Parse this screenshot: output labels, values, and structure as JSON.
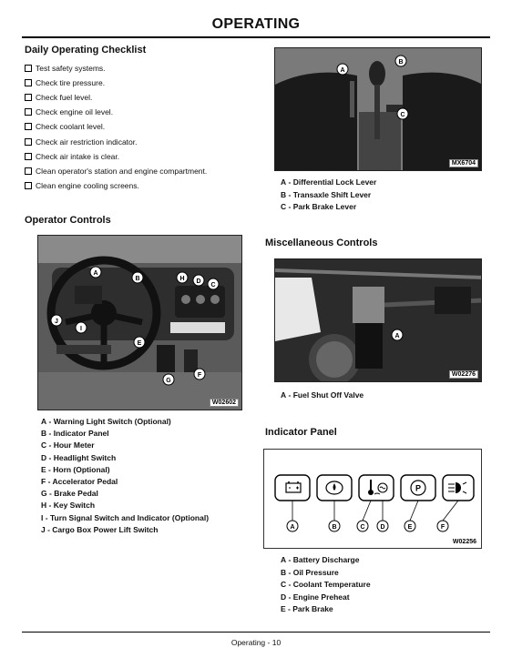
{
  "page": {
    "title": "OPERATING",
    "footer": "Operating - 10"
  },
  "checklist": {
    "heading": "Daily Operating Checklist",
    "items": [
      "Test safety systems.",
      "Check tire pressure.",
      "Check fuel level.",
      "Check engine oil level.",
      "Check coolant level.",
      "Check air restriction indicator.",
      "Check air intake is clear.",
      "Clean operator's station and engine compartment.",
      "Clean engine cooling screens."
    ]
  },
  "operator_controls": {
    "heading": "Operator Controls",
    "figure_code": "W02602",
    "callouts": [
      "A",
      "B",
      "C",
      "D",
      "E",
      "F",
      "G",
      "H",
      "I",
      "J"
    ],
    "legend": [
      {
        "key": "A",
        "text": "Warning Light Switch (Optional)"
      },
      {
        "key": "B",
        "text": "Indicator Panel"
      },
      {
        "key": "C",
        "text": "Hour Meter"
      },
      {
        "key": "D",
        "text": "Headlight Switch"
      },
      {
        "key": "E",
        "text": "Horn (Optional)"
      },
      {
        "key": "F",
        "text": "Accelerator Pedal"
      },
      {
        "key": "G",
        "text": "Brake Pedal"
      },
      {
        "key": "H",
        "text": "Key Switch"
      },
      {
        "key": "I",
        "text": "Turn Signal Switch and Indicator (Optional)"
      },
      {
        "key": "J",
        "text": "Cargo Box Power Lift Switch"
      }
    ]
  },
  "levers": {
    "figure_code": "MX6704",
    "callouts": [
      "A",
      "B",
      "C"
    ],
    "legend": [
      {
        "key": "A",
        "text": "Differential Lock Lever"
      },
      {
        "key": "B",
        "text": "Transaxle Shift Lever"
      },
      {
        "key": "C",
        "text": "Park Brake Lever"
      }
    ]
  },
  "misc_controls": {
    "heading": "Miscellaneous Controls",
    "figure_code": "W02276",
    "callouts": [
      "A"
    ],
    "legend": [
      {
        "key": "A",
        "text": "Fuel Shut Off Valve"
      }
    ]
  },
  "indicator_panel": {
    "heading": "Indicator Panel",
    "figure_code": "W02256",
    "callouts": [
      "A",
      "B",
      "C",
      "D",
      "E",
      "F"
    ],
    "icons": [
      "battery-icon",
      "oil-can-icon",
      "coolant-thermometer-icon",
      "glow-plug-icon",
      "park-brake-icon",
      "lamp-icon"
    ],
    "legend": [
      {
        "key": "A",
        "text": "Battery Discharge"
      },
      {
        "key": "B",
        "text": "Oil Pressure"
      },
      {
        "key": "C",
        "text": "Coolant Temperature"
      },
      {
        "key": "D",
        "text": "Engine Preheat"
      },
      {
        "key": "E",
        "text": "Park Brake"
      }
    ]
  }
}
